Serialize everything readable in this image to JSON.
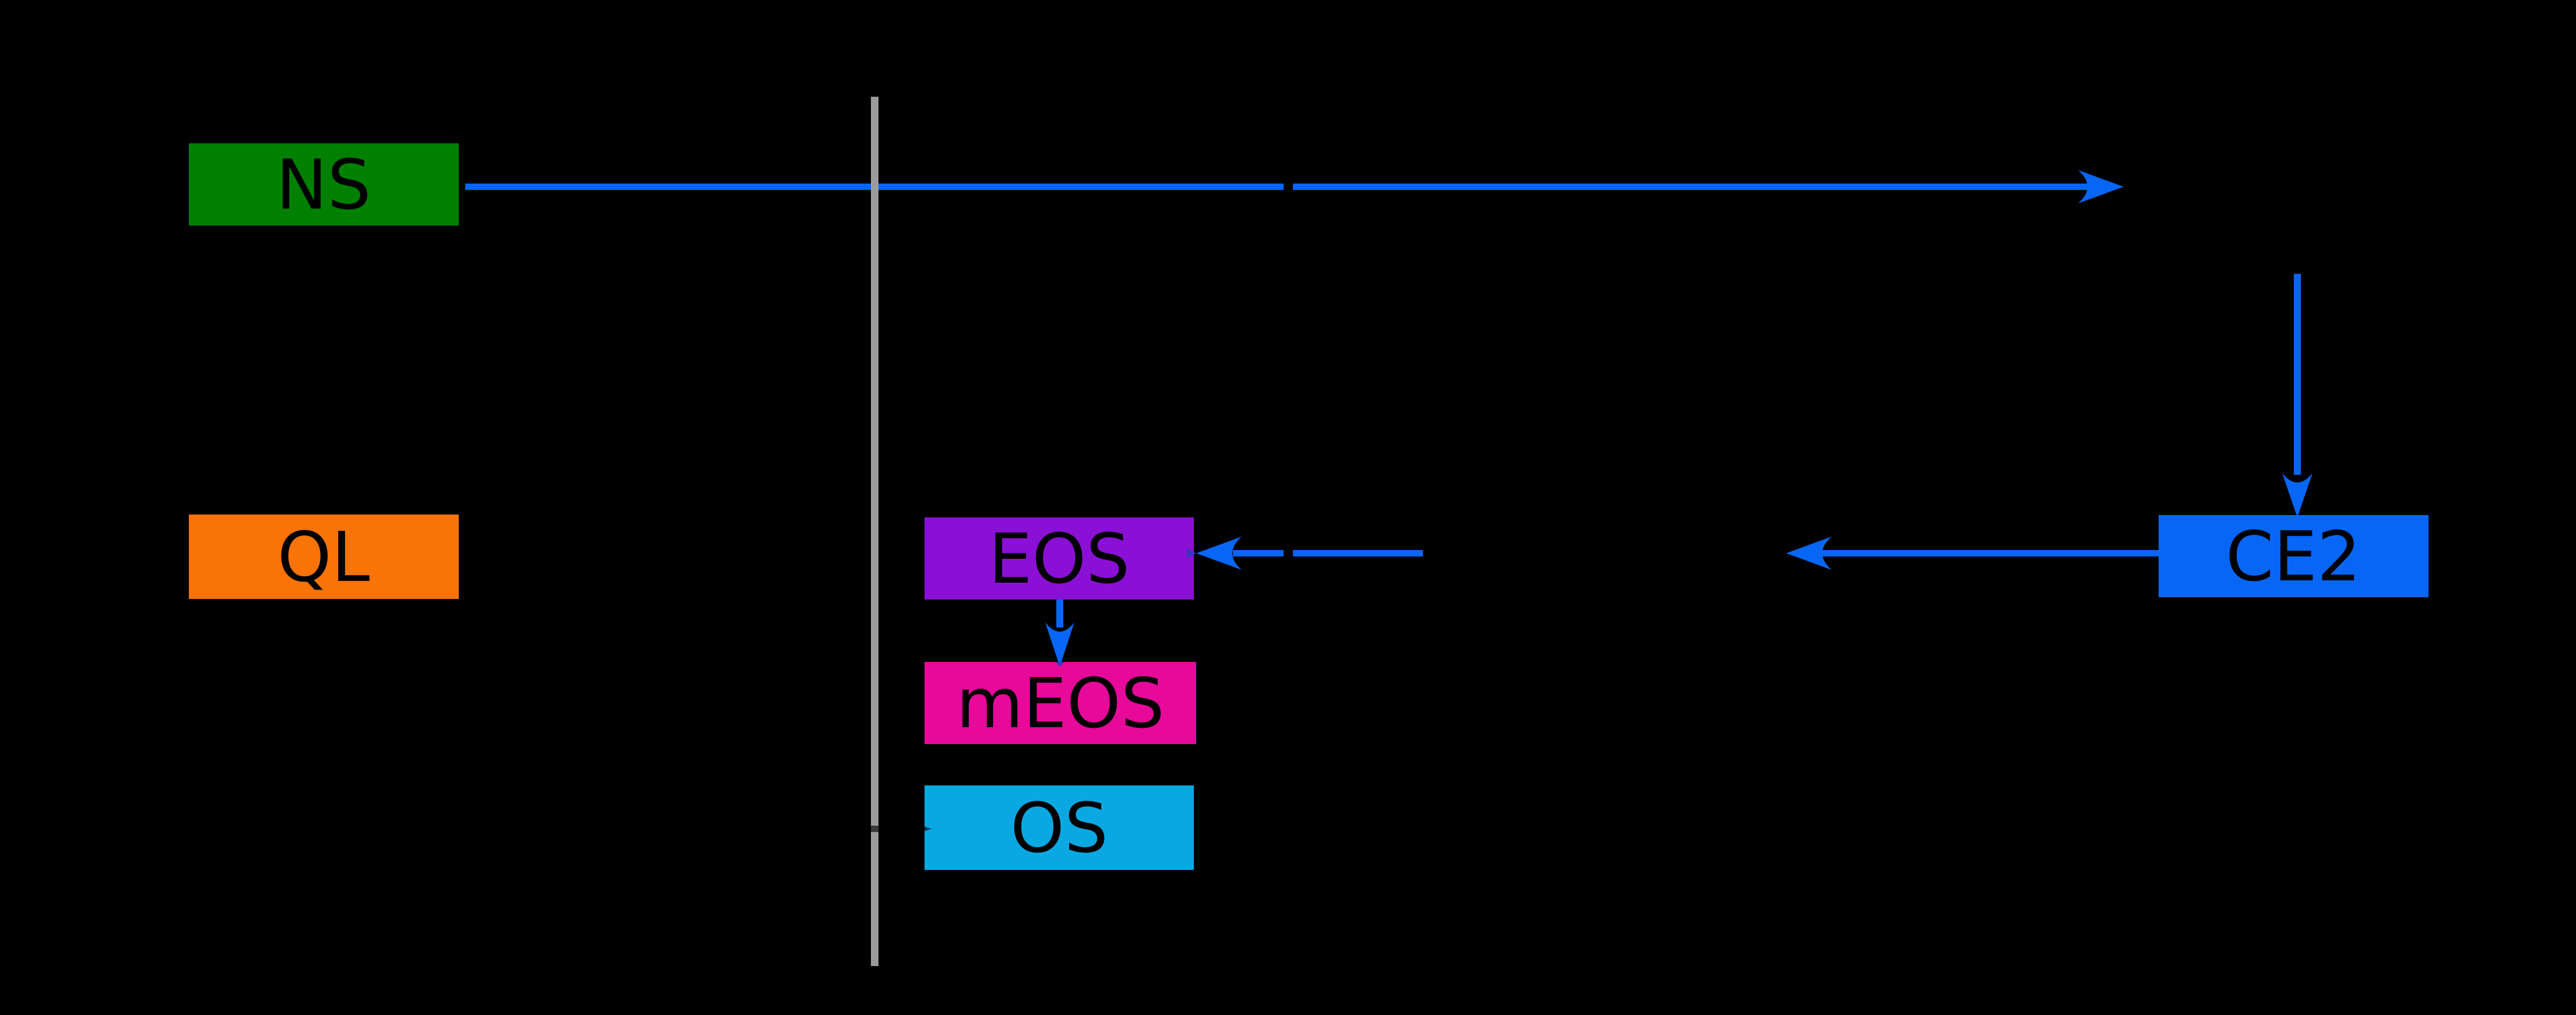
{
  "figure": {
    "background": "#000000",
    "arrow_blue": "#0766F6",
    "axis_gray": "#9B9B9B",
    "hidden_arrow_black_alpha": "rgba(0,0,0,0.62)",
    "overlap_tip_on_purple": "#3636B8",
    "overlap_tip_on_magenta": "#4A2FC4"
  },
  "boxes": [
    {
      "id": "ns",
      "label": "NS",
      "color": "#008000",
      "text_color": "#000000"
    },
    {
      "id": "ql",
      "label": "QL",
      "color": "#F97306",
      "text_color": "#000000"
    },
    {
      "id": "eos",
      "label": "EOS",
      "color": "#8A10D6",
      "text_color": "#000000"
    },
    {
      "id": "meos",
      "label": "mEOS",
      "color": "#E6099A",
      "text_color": "#000000"
    },
    {
      "id": "os",
      "label": "OS",
      "color": "#0AA8E2",
      "text_color": "#000000"
    },
    {
      "id": "ce2",
      "label": "CE2",
      "color": "#0766F6",
      "text_color": "#000000"
    }
  ],
  "arrows": [
    {
      "id": "ns-forward",
      "from": "NS",
      "direction": "right"
    },
    {
      "id": "down-to-ce2",
      "from": "",
      "direction": "down",
      "to": "CE2"
    },
    {
      "id": "ce2-back",
      "from": "CE2",
      "direction": "left"
    },
    {
      "id": "into-eos",
      "from": "",
      "direction": "left",
      "to": "EOS"
    },
    {
      "id": "eos-to-meos",
      "from": "EOS",
      "direction": "down",
      "to": "mEOS"
    },
    {
      "id": "into-os",
      "from": "",
      "direction": "right",
      "to": "OS"
    }
  ]
}
